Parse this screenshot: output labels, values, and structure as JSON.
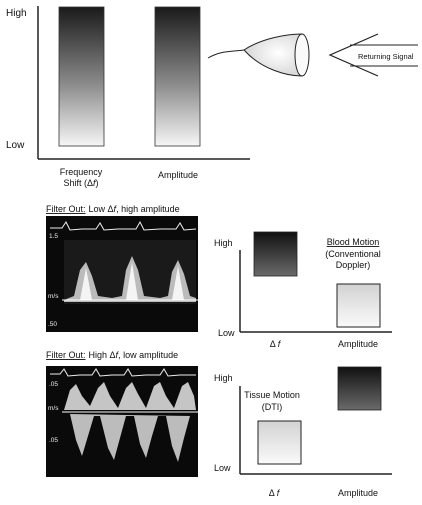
{
  "top": {
    "y_high": "High",
    "y_low": "Low",
    "x_freq_line1": "Frequency",
    "x_freq_line2": "Shift (Δ",
    "x_freq_var": "f",
    "x_freq_close": ")",
    "x_amp": "Amplitude",
    "signal_label": "Returning Signal"
  },
  "panel1": {
    "filter_prefix": "Filter Out:",
    "filter_text": "Low  Δ",
    "filter_var": "f",
    "filter_rest": ", high amplitude",
    "scale_top": "1.5",
    "scale_mid": "m/s",
    "scale_bot": ".50",
    "y_high": "High",
    "y_low": "Low",
    "x_left_sym": "Δ ",
    "x_left_var": "f",
    "x_right": "Amplitude",
    "box_title": "Blood Motion",
    "box_sub1": "(Conventional",
    "box_sub2": "Doppler)"
  },
  "panel2": {
    "filter_prefix": "Filter Out:",
    "filter_text": "High Δ",
    "filter_var": "f",
    "filter_rest": ", low amplitude",
    "scale_top": ".05",
    "scale_mid": "m/s",
    "scale_bot": ".05",
    "y_high": "High",
    "y_low": "Low",
    "x_left_sym": "Δ ",
    "x_left_var": "f",
    "x_right": "Amplitude",
    "box_title": "Tissue Motion",
    "box_sub1": "(DTI)"
  },
  "colors": {
    "dark": "#1a1a1a",
    "light": "#f4f4f4",
    "axis": "#222222"
  }
}
